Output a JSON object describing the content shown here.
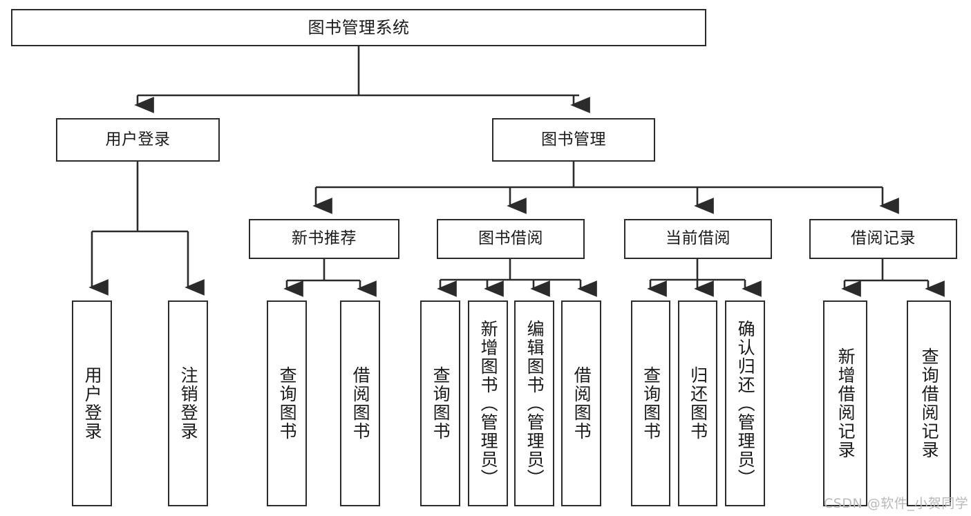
{
  "diagram": {
    "title": "图书管理系统",
    "type": "hierarchy-tree",
    "root": {
      "label": "图书管理系统"
    },
    "level2": [
      {
        "id": "user-login",
        "label": "用户登录"
      },
      {
        "id": "book-management",
        "label": "图书管理"
      }
    ],
    "level3": [
      {
        "id": "new-book-recommend",
        "label": "新书推荐",
        "parent": "book-management"
      },
      {
        "id": "book-borrow",
        "label": "图书借阅",
        "parent": "book-management"
      },
      {
        "id": "current-borrow",
        "label": "当前借阅",
        "parent": "book-management"
      },
      {
        "id": "borrow-record",
        "label": "借阅记录",
        "parent": "book-management"
      }
    ],
    "leaves": [
      {
        "id": "leaf-user-login",
        "label": "用户登录",
        "parent": "user-login"
      },
      {
        "id": "leaf-logout",
        "label": "注销登录",
        "parent": "user-login"
      },
      {
        "id": "leaf-query-book-1",
        "label": "查询图书",
        "parent": "new-book-recommend"
      },
      {
        "id": "leaf-borrow-book-1",
        "label": "借阅图书",
        "parent": "new-book-recommend"
      },
      {
        "id": "leaf-query-book-2",
        "label": "查询图书",
        "parent": "book-borrow"
      },
      {
        "id": "leaf-add-book",
        "label": "新增图书（管理员）",
        "parent": "book-borrow"
      },
      {
        "id": "leaf-edit-book",
        "label": "编辑图书（管理员）",
        "parent": "book-borrow"
      },
      {
        "id": "leaf-borrow-book-2",
        "label": "借阅图书",
        "parent": "book-borrow"
      },
      {
        "id": "leaf-query-book-3",
        "label": "查询图书",
        "parent": "current-borrow"
      },
      {
        "id": "leaf-return-book",
        "label": "归还图书",
        "parent": "current-borrow"
      },
      {
        "id": "leaf-confirm-return",
        "label": "确认归还（管理员）",
        "parent": "current-borrow"
      },
      {
        "id": "leaf-add-record",
        "label": "新增借阅记录",
        "parent": "borrow-record"
      },
      {
        "id": "leaf-query-record",
        "label": "查询借阅记录",
        "parent": "borrow-record"
      }
    ],
    "watermark": "CSDN @软件_小贺同学",
    "colors": {
      "stroke": "#2b2b2b",
      "fill": "#ffffff",
      "text": "#1a1a1a",
      "watermark": "#b9b9b9"
    }
  }
}
